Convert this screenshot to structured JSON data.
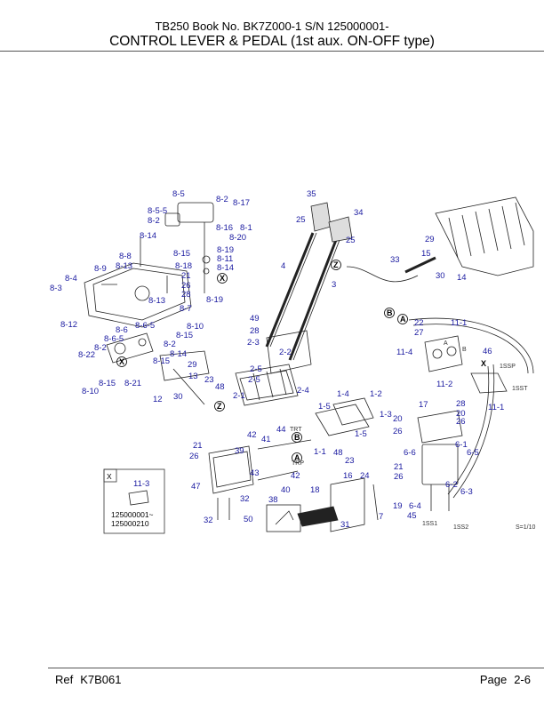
{
  "header": {
    "book_line": "TB250  Book No. BK7Z000-1 S/N 125000001-",
    "title": "CONTROL LEVER & PEDAL (1st aux. ON-OFF type)"
  },
  "footer": {
    "ref_label": "Ref",
    "ref_code": "K7B061",
    "page_label": "Page",
    "page_number": "2-6"
  },
  "diagram": {
    "callouts": [
      "8-5",
      "8-2",
      "8-17",
      "8-5-5",
      "8-2",
      "8-16",
      "8-1",
      "8-14",
      "8-20",
      "8-8",
      "8-15",
      "8-19",
      "8-9",
      "8-13",
      "8-11",
      "8-4",
      "8-18",
      "8-14",
      "8-3",
      "21",
      "26",
      "8-13",
      "28",
      "8-19",
      "8-7",
      "8-12",
      "8-6",
      "8-6-5",
      "8-10",
      "8-6-5",
      "8-15",
      "8-2",
      "8-2",
      "8-22",
      "8-14",
      "8-15",
      "8-15",
      "8-21",
      "8-10",
      "35",
      "34",
      "25",
      "25",
      "4",
      "3",
      "49",
      "28",
      "2-3",
      "2-2",
      "2-5",
      "29",
      "13",
      "23",
      "48",
      "2-5",
      "2-4",
      "2-1",
      "12",
      "30",
      "1-4",
      "1-2",
      "1-5",
      "1-3",
      "1-5",
      "48",
      "23",
      "1-1",
      "44",
      "41",
      "42",
      "39",
      "42",
      "43",
      "40",
      "38",
      "21",
      "26",
      "47",
      "32",
      "32",
      "50",
      "16",
      "24",
      "21",
      "26",
      "18",
      "7",
      "31",
      "33",
      "29",
      "15",
      "30",
      "14",
      "22",
      "27",
      "11-1",
      "46",
      "11-4",
      "11-2",
      "11-1",
      "20",
      "26",
      "28",
      "17",
      "20",
      "26",
      "6-6",
      "6-1",
      "6-5",
      "6-2",
      "6-3",
      "19",
      "6-4",
      "45"
    ],
    "circled_letters": [
      "Z",
      "X",
      "Z",
      "X",
      "B",
      "A",
      "B",
      "A",
      "X"
    ],
    "port_labels": [
      "TRT",
      "TRP",
      "1SSP",
      "1SST",
      "1SS1",
      "1SS2",
      "A",
      "B"
    ],
    "inset_box": {
      "marker": "X",
      "part": "11-3",
      "serial_from": "125000001~",
      "serial_to": "125000210"
    },
    "drawing_code": "S=1/10"
  }
}
